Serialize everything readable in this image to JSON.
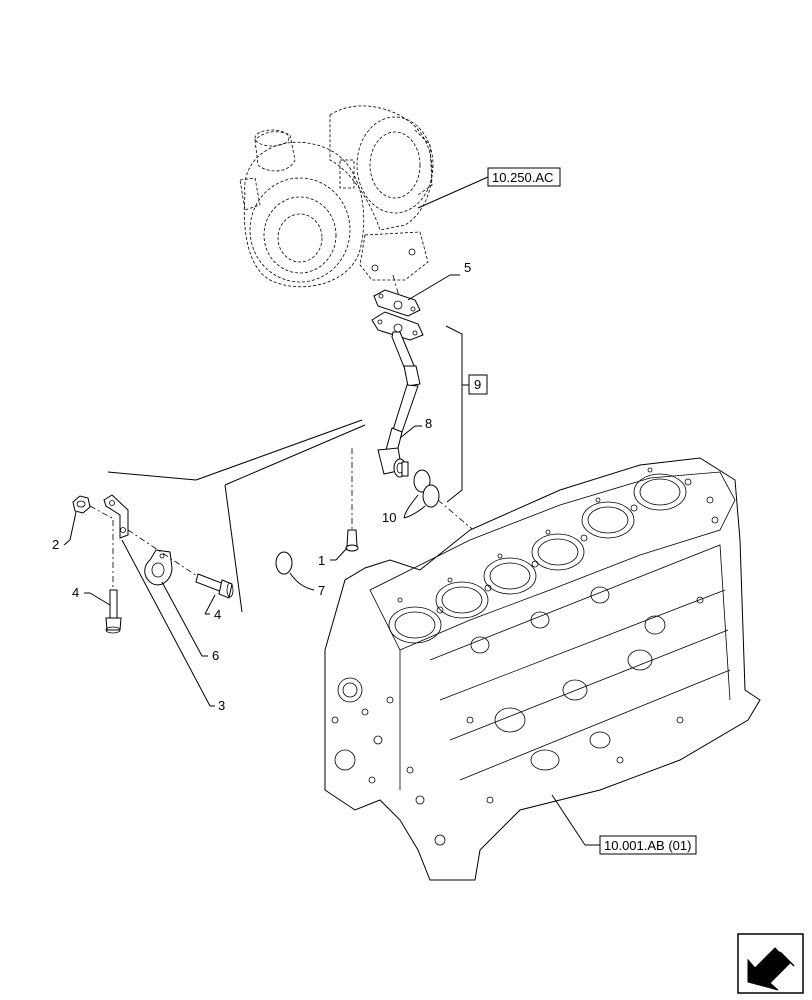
{
  "callouts": {
    "c1": "1",
    "c2": "2",
    "c3": "3",
    "c4a": "4",
    "c4b": "4",
    "c5": "5",
    "c6": "6",
    "c7": "7",
    "c8": "8",
    "c10": "10"
  },
  "group_ref": "9",
  "references": {
    "turbocharger": "10.250.AC",
    "engine_block": "10.001.AB (01)"
  },
  "nav": {
    "icon": "arrow-icon"
  }
}
